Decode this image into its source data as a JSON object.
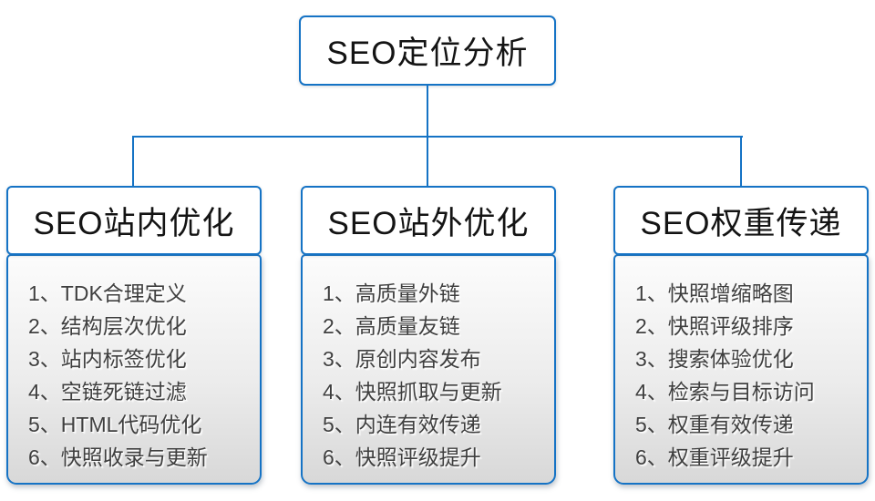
{
  "diagram": {
    "root": {
      "label": "SEO定位分析"
    },
    "columns": [
      {
        "title": "SEO站内优化",
        "items": [
          "1、TDK合理定义",
          "2、结构层次优化",
          "3、站内标签优化",
          "4、空链死链过滤",
          "5、HTML代码优化",
          "6、快照收录与更新"
        ]
      },
      {
        "title": "SEO站外优化",
        "items": [
          "1、高质量外链",
          "2、高质量友链",
          "3、原创内容发布",
          "4、快照抓取与更新",
          "5、内连有效传递",
          "6、快照评级提升"
        ]
      },
      {
        "title": "SEO权重传递",
        "items": [
          "1、快照增缩略图",
          "2、快照评级排序",
          "3、搜索体验优化",
          "4、检索与目标访问",
          "5、权重有效传递",
          "6、权重评级提升"
        ]
      }
    ],
    "colors": {
      "border_blue": "#1573c5",
      "panel_top": "#fcfcfc",
      "panel_bottom": "#d8d8d8",
      "text_dark": "#3f3f3f",
      "header_text": "#141414"
    }
  }
}
